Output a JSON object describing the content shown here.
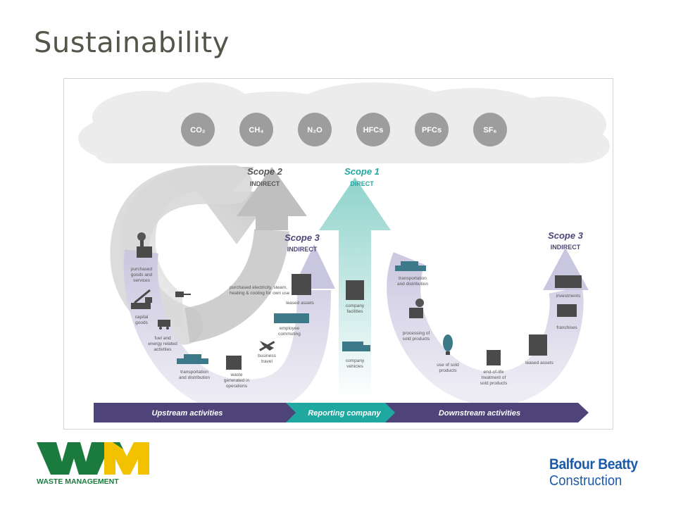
{
  "slide": {
    "title": "Sustainability"
  },
  "gases": [
    "CO₂",
    "CH₄",
    "N₂O",
    "HFCs",
    "PFCs",
    "SF₆"
  ],
  "scopes": {
    "scope2": {
      "title": "Scope 2",
      "sub": "INDIRECT"
    },
    "scope1": {
      "title": "Scope 1",
      "sub": "DIRECT"
    },
    "scope3_up": {
      "title": "Scope 3",
      "sub": "INDIRECT"
    },
    "scope3_down": {
      "title": "Scope 3",
      "sub": "INDIRECT"
    }
  },
  "upstream_items": {
    "purchased_goods": [
      "purchased",
      "goods and",
      "services"
    ],
    "capital_goods": [
      "capital",
      "goods"
    ],
    "fuel_energy": [
      "fuel and",
      "energy related",
      "activities"
    ],
    "transport_up": [
      "transportation",
      "and distribution"
    ],
    "waste": [
      "waste",
      "generated in",
      "operations"
    ],
    "business_travel": [
      "business",
      "travel"
    ],
    "employee_commuting": [
      "employee",
      "commuting"
    ],
    "leased_assets_up": [
      "leased assets"
    ],
    "purchased_electricity": [
      "purchased electricity, steam,",
      "heating & cooling for own use"
    ]
  },
  "company_items": {
    "facilities": [
      "company",
      "facilities"
    ],
    "vehicles": [
      "company",
      "vehicles"
    ]
  },
  "downstream_items": {
    "transport_down": [
      "transportation",
      "and distribution"
    ],
    "processing": [
      "processing of",
      "sold products"
    ],
    "use_of_sold": [
      "use of sold",
      "products"
    ],
    "end_of_life": [
      "end-of-life",
      "treatment of",
      "sold products"
    ],
    "leased_assets_down": [
      "leased assets"
    ],
    "franchises": [
      "franchises"
    ],
    "investments": [
      "investments"
    ]
  },
  "bottom_bar": {
    "upstream": "Upstream activities",
    "reporting": "Reporting company",
    "downstream": "Downstream activities"
  },
  "logos": {
    "wm_letters": "WM",
    "wm_text": "WASTE MANAGEMENT",
    "bb_line1": "Balfour Beatty",
    "bb_line2": "Construction"
  },
  "colors": {
    "purple": "#4f4479",
    "teal": "#1fa8a0",
    "teal_light": "#a8ddd8",
    "lavender": "#d9d7ea",
    "gray_arrow": "#cfcfcf",
    "cloud": "#ececec",
    "gas_circle": "#9d9d9d",
    "wm_green": "#1b7a3e",
    "wm_yellow": "#f2c200",
    "bb_blue": "#1a5aa8"
  }
}
